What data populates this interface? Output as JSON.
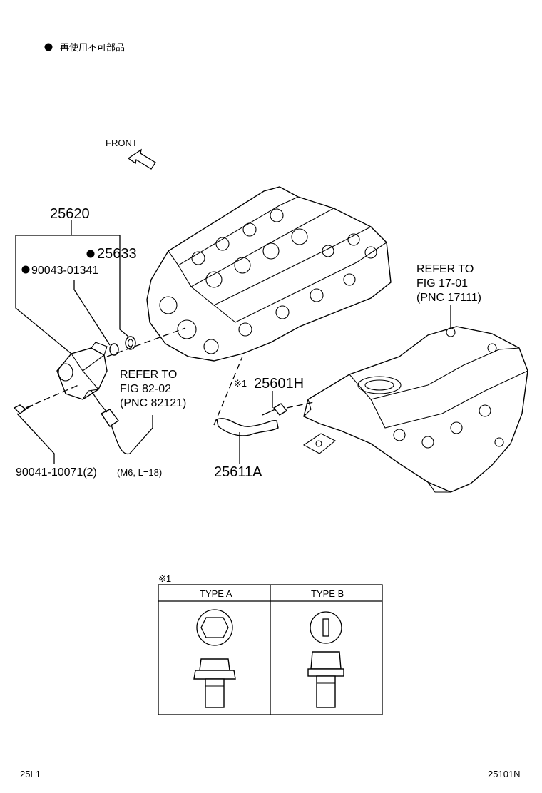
{
  "legend": {
    "bullet_text": "再使用不可部品"
  },
  "front_label": "FRONT",
  "parts": {
    "p25620": "25620",
    "p25633": "25633",
    "p90043": "90043-01341",
    "p90041_main": "90041-10071(2)",
    "p90041_spec": "(M6, L=18)",
    "p25601H": "25601H",
    "p25611A": "25611A",
    "marker": "※1"
  },
  "refer_82": {
    "l1": "REFER TO",
    "l2": "FIG 82-02",
    "l3": "(PNC 82121)"
  },
  "refer_17": {
    "l1": "REFER TO",
    "l2": "FIG 17-01",
    "l3": "(PNC 17111)"
  },
  "table": {
    "marker": "※1",
    "type_a": "TYPE A",
    "type_b": "TYPE B"
  },
  "footer": {
    "left": "25L1",
    "right": "25101N"
  }
}
